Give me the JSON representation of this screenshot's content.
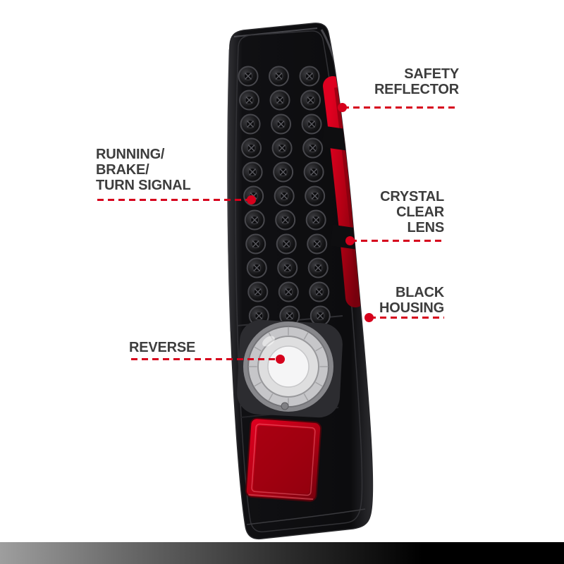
{
  "colors": {
    "accent_red": "#d6001c",
    "label_text": "#3d3d3d",
    "housing_black": "#0e0e10",
    "reflector_red": "#b30014"
  },
  "annotations": {
    "safety_reflector": {
      "line1": "SAFETY",
      "line2": "REFLECTOR"
    },
    "running_brake_turn": {
      "line1": "RUNNING/",
      "line2": "BRAKE/",
      "line3": "TURN SIGNAL"
    },
    "crystal_clear_lens": {
      "line1": "CRYSTAL",
      "line2": "CLEAR",
      "line3": "LENS"
    },
    "black_housing": {
      "line1": "BLACK",
      "line2": "HOUSING"
    },
    "reverse": {
      "line1": "REVERSE"
    }
  }
}
